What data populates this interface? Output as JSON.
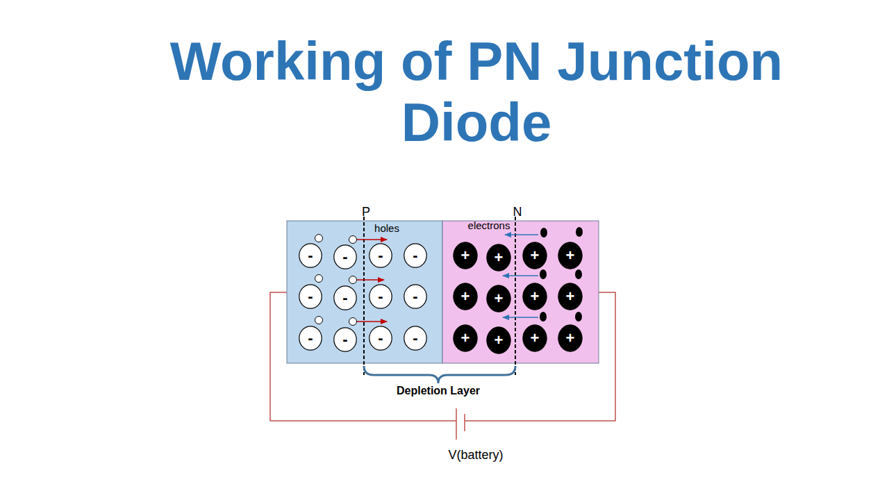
{
  "diagram": {
    "title": "Working of PN Junction Diode",
    "nodes": [
      {
        "text": [
          "-"
        ]
      },
      {
        "text": [
          "-"
        ]
      },
      {
        "text": [
          "-"
        ]
      },
      {
        "text": [
          "-"
        ]
      },
      {
        "text": [
          "+"
        ]
      },
      {
        "text": [
          "+"
        ]
      },
      {
        "text": [
          "+"
        ]
      },
      {
        "text": [
          "+"
        ]
      },
      {
        "text": [
          "-"
        ]
      },
      {
        "text": [
          "-"
        ]
      },
      {
        "text": [
          "-"
        ]
      },
      {
        "text": [
          "-"
        ]
      },
      {
        "text": [
          "+"
        ]
      },
      {
        "text": [
          "+"
        ]
      },
      {
        "text": [
          "+"
        ]
      },
      {
        "text": [
          "+"
        ]
      },
      {
        "text": [
          "-"
        ]
      },
      {
        "text": [
          "-"
        ]
      },
      {
        "text": [
          "-"
        ]
      },
      {
        "text": [
          "-"
        ]
      },
      {
        "text": [
          "+"
        ]
      },
      {
        "text": [
          "+"
        ]
      },
      {
        "text": [
          "+"
        ]
      },
      {
        "text": [
          "+"
        ]
      }
    ],
    "labels": [
      "P",
      "N",
      "holes",
      "electrons",
      "Depletion Layer",
      "V(battery)"
    ]
  }
}
